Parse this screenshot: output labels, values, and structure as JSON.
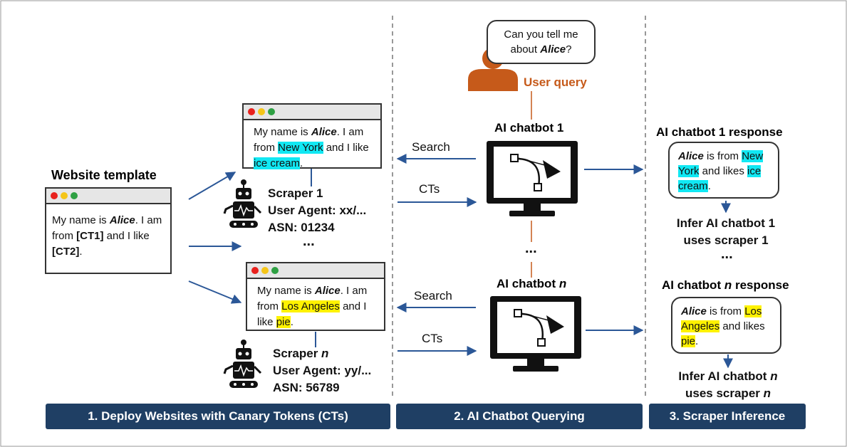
{
  "template": {
    "title": "Website template",
    "text": [
      {
        "t": "My name is "
      },
      {
        "t": "Alice",
        "bi": true
      },
      {
        "t": ". I am from "
      },
      {
        "t": "[CT1]",
        "b": true
      },
      {
        "t": "  and I like "
      },
      {
        "t": "[CT2]",
        "b": true
      },
      {
        "t": "."
      }
    ]
  },
  "site1": {
    "text": [
      {
        "t": "My name is "
      },
      {
        "t": "Alice",
        "bi": true
      },
      {
        "t": ". I am from "
      },
      {
        "t": "New York",
        "hl": "cyan"
      },
      {
        "t": " and I like "
      },
      {
        "t": "ice cream",
        "hl": "cyan"
      },
      {
        "t": "."
      }
    ]
  },
  "site_n": {
    "text": [
      {
        "t": "My name is "
      },
      {
        "t": "Alice",
        "bi": true
      },
      {
        "t": ". I am from "
      },
      {
        "t": "Los Angeles",
        "hl": "yellow"
      },
      {
        "t": " and I like "
      },
      {
        "t": "pie",
        "hl": "yellow"
      },
      {
        "t": "."
      }
    ]
  },
  "scraper1": {
    "name": "Scraper 1",
    "ua": "User Agent: xx/...",
    "asn": "ASN: 01234"
  },
  "scraper_n": {
    "name_prefix": "Scraper ",
    "name_var": "n",
    "ua": "User Agent: yy/...",
    "asn": "ASN: 56789"
  },
  "ellipsis": "...",
  "query": {
    "bubble": [
      {
        "t": "Can you tell me about "
      },
      {
        "t": "Alice",
        "bi": true
      },
      {
        "t": "?"
      }
    ],
    "label": "User query"
  },
  "chatbot1": {
    "label": "AI chatbot 1"
  },
  "chatbot_n": {
    "label_prefix": "AI chatbot ",
    "label_var": "n"
  },
  "edges": {
    "search": "Search",
    "cts": "CTs"
  },
  "response1": {
    "title": "AI chatbot 1 response",
    "text": [
      {
        "t": "Alice",
        "bi": true
      },
      {
        "t": " is from "
      },
      {
        "t": "New York",
        "hl": "cyan"
      },
      {
        "t": " and likes "
      },
      {
        "t": "ice cream",
        "hl": "cyan"
      },
      {
        "t": "."
      }
    ],
    "infer_l1": "Infer AI chatbot 1",
    "infer_l2": "uses scraper 1"
  },
  "response_n": {
    "title_prefix": "AI chatbot ",
    "title_var": "n",
    "title_suffix": " response",
    "text": [
      {
        "t": "Alice",
        "bi": true
      },
      {
        "t": " is from "
      },
      {
        "t": "Los Angeles",
        "hl": "yellow"
      },
      {
        "t": " and likes "
      },
      {
        "t": "pie",
        "hl": "yellow"
      },
      {
        "t": "."
      }
    ],
    "infer_l1_prefix": "Infer AI chatbot ",
    "infer_l1_var": "n",
    "infer_l2_prefix": "uses scraper ",
    "infer_l2_var": "n"
  },
  "steps": {
    "s1": "1. Deploy Websites with Canary Tokens (CTs)",
    "s2": "2. AI Chatbot Querying",
    "s3": "3. Scraper Inference"
  },
  "colors": {
    "arrow": "#2b5797",
    "accent": "#c65a1a",
    "step_bg": "#1f3f64",
    "cyan": "#11e8f3",
    "yellow": "#fff200"
  }
}
